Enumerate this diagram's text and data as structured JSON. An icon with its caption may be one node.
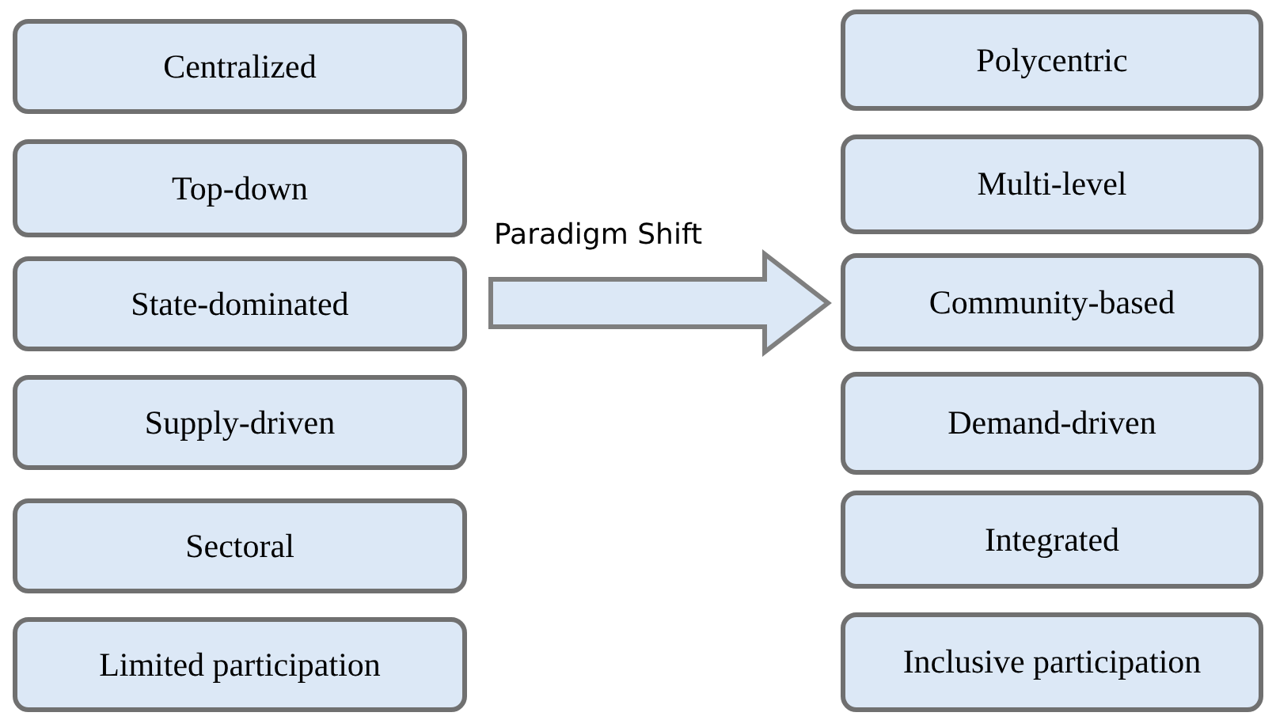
{
  "diagram": {
    "nodes": [
      {
        "text": [
          "Centralized"
        ]
      },
      {
        "text": [
          "Top-down"
        ]
      },
      {
        "text": [
          "State-dominated"
        ]
      },
      {
        "text": [
          "Supply-driven"
        ]
      },
      {
        "text": [
          "Sectoral"
        ]
      },
      {
        "text": [
          "Limited participation"
        ]
      },
      {
        "text": [
          "Polycentric"
        ]
      },
      {
        "text": [
          "Multi-level"
        ]
      },
      {
        "text": [
          "Community-based"
        ]
      },
      {
        "text": [
          "Demand-driven"
        ]
      },
      {
        "text": [
          "Integrated"
        ]
      },
      {
        "text": [
          "Inclusive participation"
        ]
      }
    ],
    "edges": [
      {
        "from": 2,
        "to": 8,
        "arrow": "to",
        "style": "thick",
        "label": "Paradigm Shift"
      }
    ]
  }
}
